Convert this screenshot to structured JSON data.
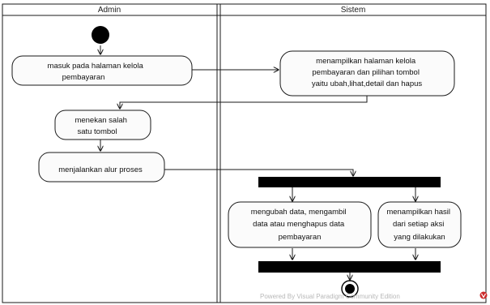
{
  "lanes": {
    "admin": "Admin",
    "sistem": "Sistem"
  },
  "activities": {
    "masuk": [
      "masuk pada halaman kelola",
      "pembayaran"
    ],
    "menampilkan_halaman": [
      "menampilkan halaman kelola",
      "pembayaran dan pilihan tombol",
      "yaitu ubah,lihat,detail dan hapus"
    ],
    "menekan": [
      "menekan salah",
      "satu tombol"
    ],
    "menjalankan": [
      "menjalankan alur proses"
    ],
    "mengubah": [
      "mengubah data, mengambil",
      "data atau menghapus data",
      "pembayaran"
    ],
    "menampilkan_hasil": [
      "menampilkan hasil",
      "dari setiap aksi",
      "yang dilakukan"
    ]
  },
  "watermark": "Powered By  Visual Paradigm Community Edition",
  "colors": {
    "activity_fill": "#fbfbfb",
    "line": "#1a1a1a",
    "node": "#000000",
    "watermark_logo": "#cc2a2a"
  }
}
